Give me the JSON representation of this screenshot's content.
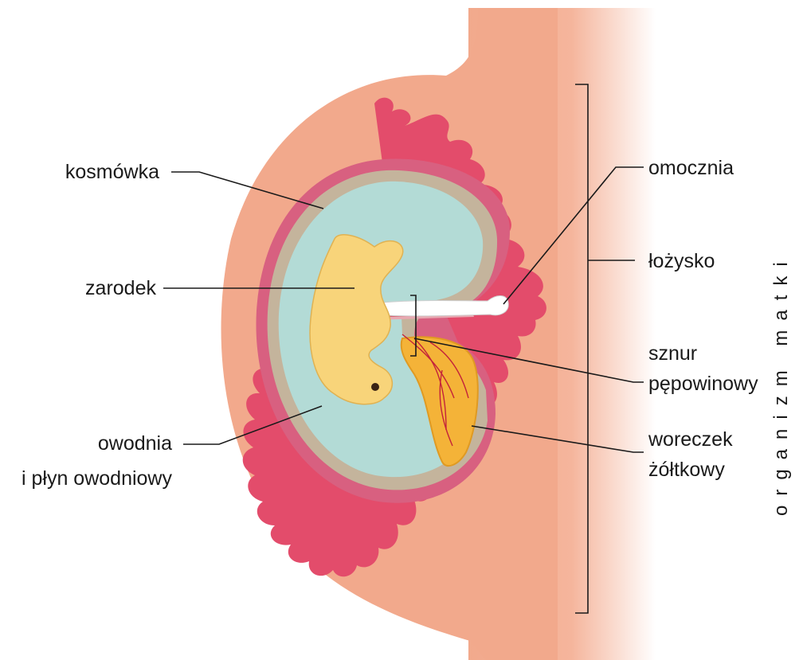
{
  "labels": {
    "kosmowka": "kosmówka",
    "zarodek": "zarodek",
    "owodnia_line1": "owodnia",
    "owodnia_line2": "i płyn owodniowy",
    "omocznia": "omocznia",
    "lozysko": "łożysko",
    "sznur_line1": "sznur",
    "sznur_line2": "pępowinowy",
    "woreczek_line1": "woreczek",
    "woreczek_line2": "żółtkowy",
    "organizm_matki": "organizm matki"
  },
  "colors": {
    "maternal_tissue": "#f2a98c",
    "villi": "#e34c6b",
    "chorion_band": "#d86080",
    "amnion": "#c4b49c",
    "amniotic_fluid": "#b3dbd6",
    "embryo": "#f8d47a",
    "yolk_sac": "#f4b338",
    "umbilical_vessels": "#c4233a",
    "allantois": "#ffffff"
  }
}
